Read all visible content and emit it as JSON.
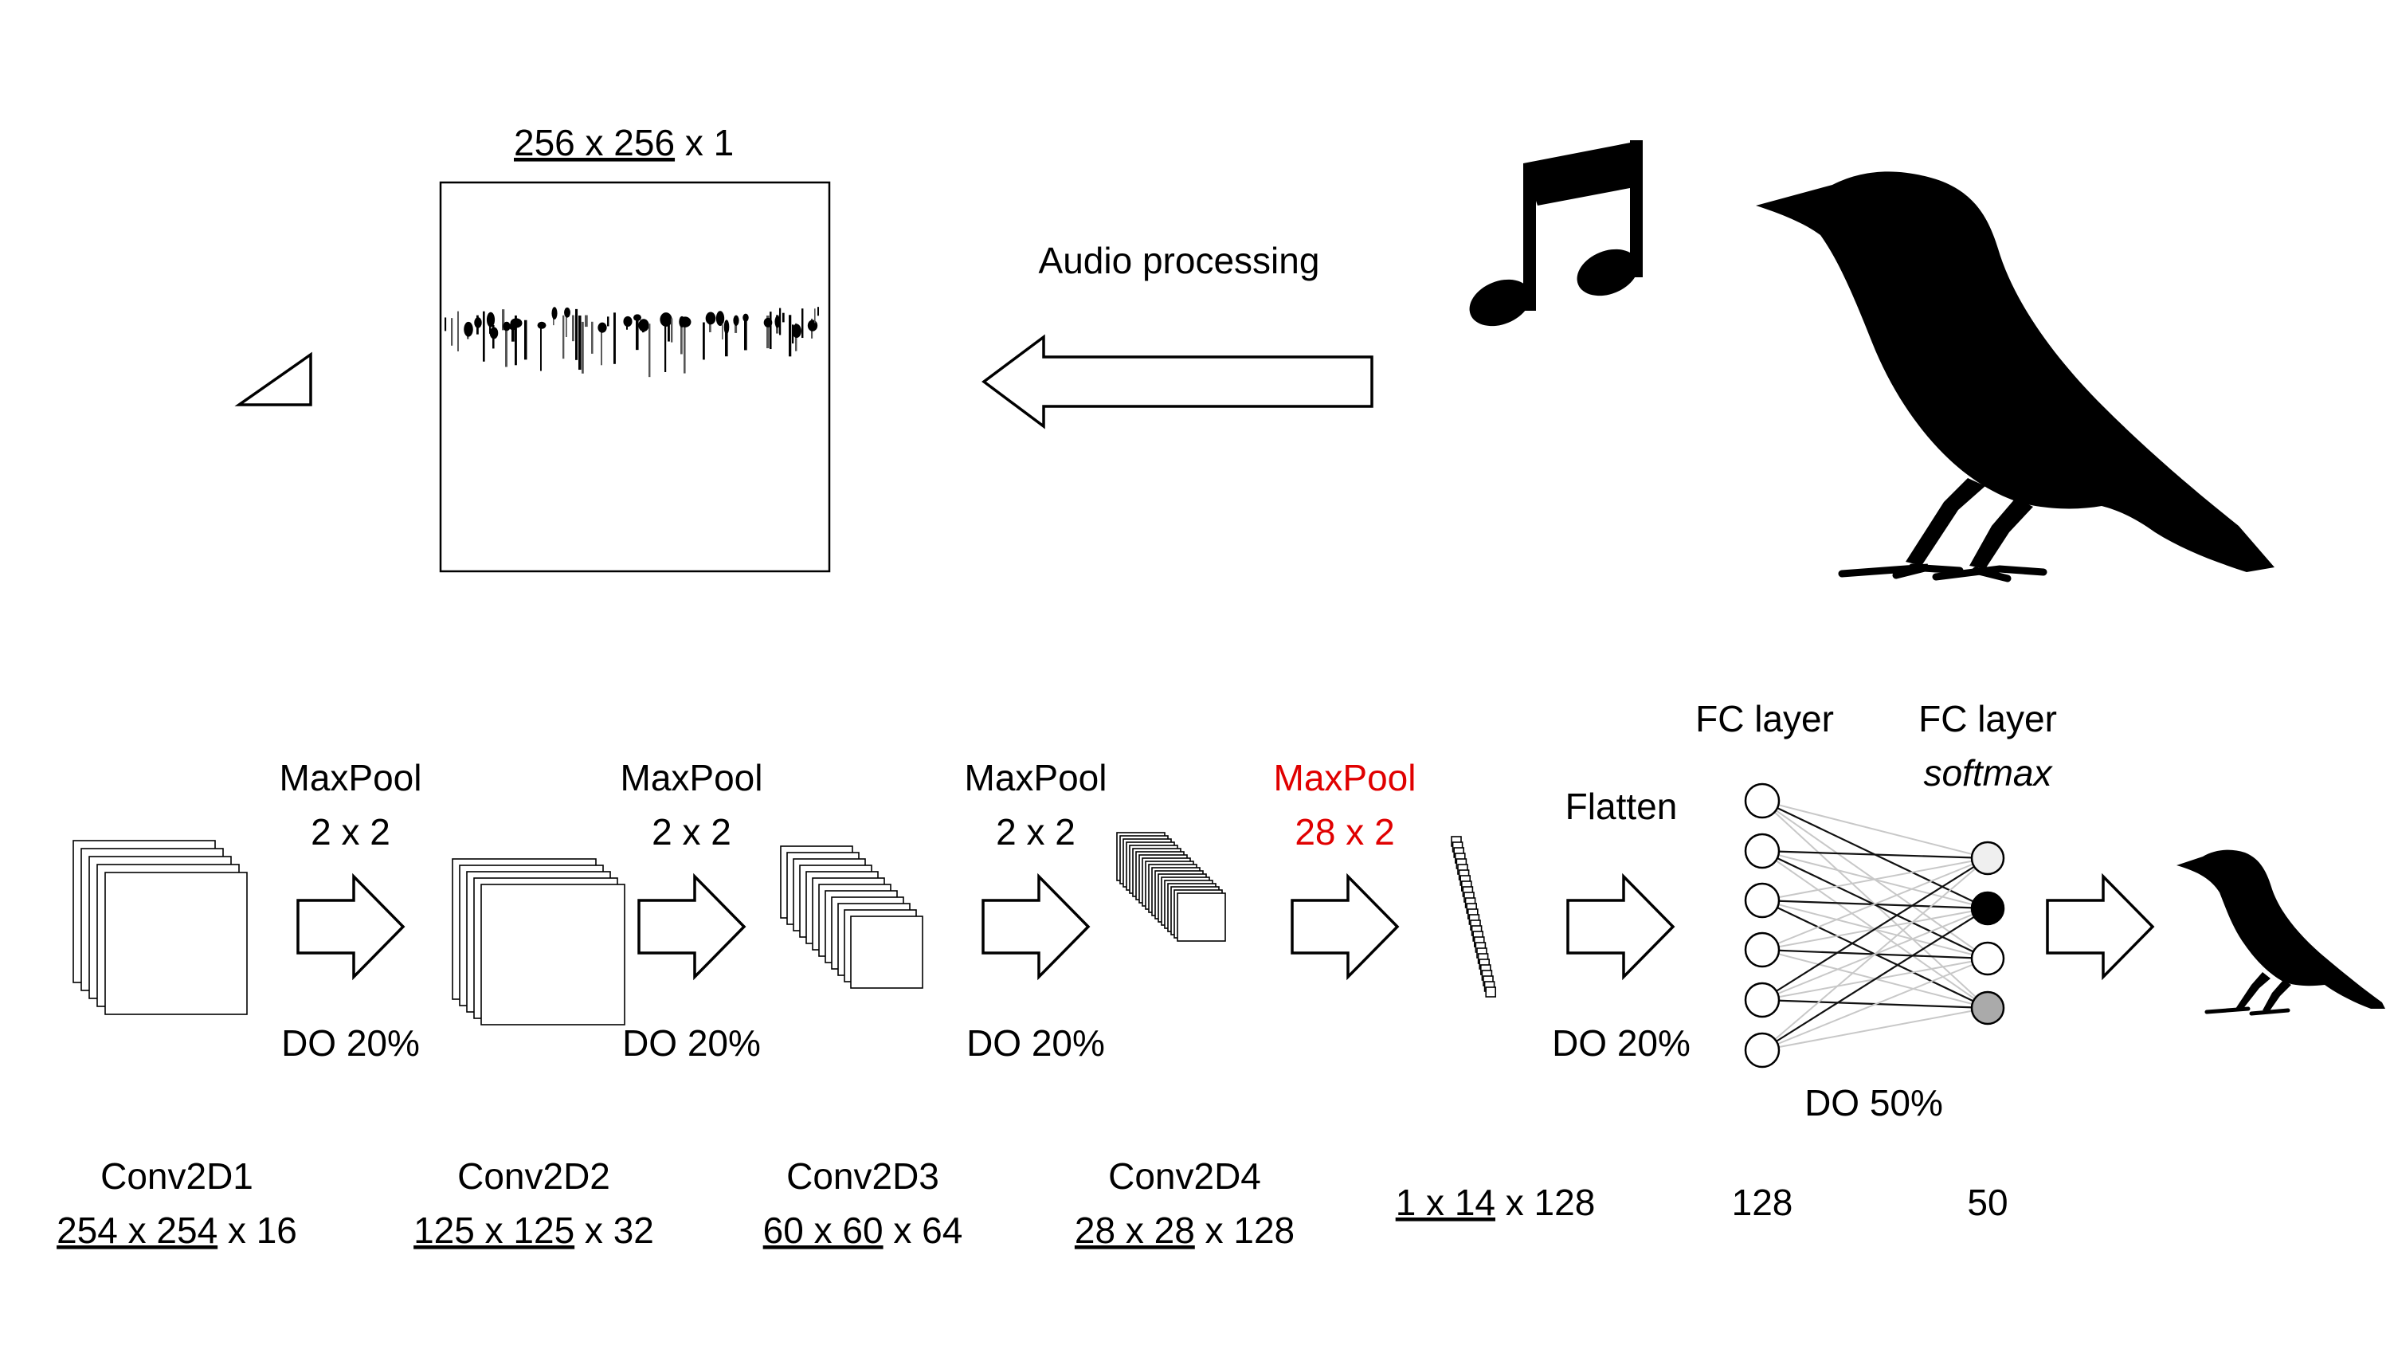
{
  "input": {
    "dim_underlined": "256 x 256",
    "dim_rest": " x 1"
  },
  "audio_processing_label": "Audio processing",
  "stages": [
    {
      "name": "Conv2D1",
      "dim_underlined": "254 x 254",
      "dim_rest": " x 16",
      "pool_label": "MaxPool",
      "pool_size": "2 x 2",
      "dropout": "DO 20%"
    },
    {
      "name": "Conv2D2",
      "dim_underlined": "125 x 125",
      "dim_rest": " x 32",
      "pool_label": "MaxPool",
      "pool_size": "2 x 2",
      "dropout": "DO 20%"
    },
    {
      "name": "Conv2D3",
      "dim_underlined": "60 x 60",
      "dim_rest": " x 64",
      "pool_label": "MaxPool",
      "pool_size": "2 x 2",
      "dropout": "DO 20%"
    },
    {
      "name": "Conv2D4",
      "dim_underlined": "28 x 28",
      "dim_rest": " x 128",
      "pool_label": "MaxPool",
      "pool_size": "28 x 2",
      "dropout": ""
    }
  ],
  "highlight_color": "#e00000",
  "flatten": {
    "label": "Flatten",
    "dropout": "DO 20%",
    "dim_underlined": "1 x 14",
    "dim_rest": " x 128"
  },
  "fc1": {
    "label": "FC layer",
    "units": "128"
  },
  "fc2": {
    "label": "FC layer",
    "activation": "softmax",
    "units": "50"
  },
  "fc_dropout": "DO 50%",
  "icons": [
    "music-notes-icon",
    "crow-icon",
    "crow-output-icon"
  ]
}
